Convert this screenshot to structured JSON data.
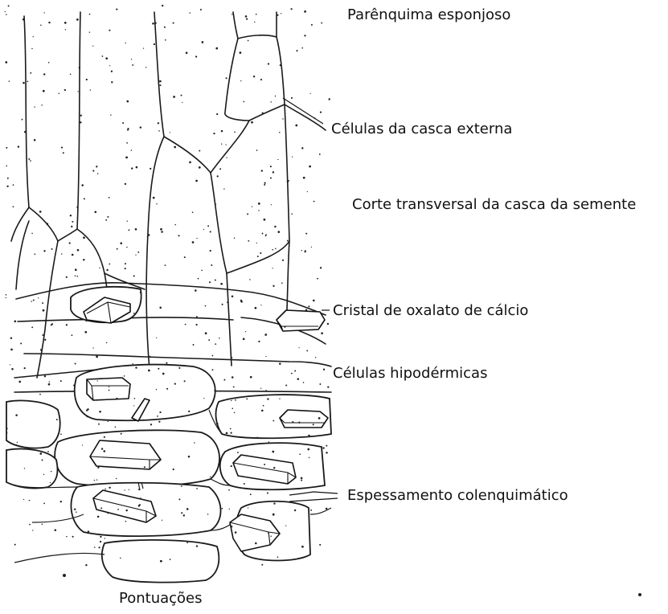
{
  "figure": {
    "labels": {
      "spongy_parenchyma": "Parênquima esponjoso",
      "outer_bark_cells": "Células da casca externa",
      "cross_section": "Corte transversal da casca da semente",
      "calcium_oxalate_crystal": "Cristal de oxalato de cálcio",
      "hypodermal_cells": "Células hipodérmicas",
      "collenchymatous_thickening": "Espessamento colenquimático",
      "pits": "Pontuações"
    }
  }
}
